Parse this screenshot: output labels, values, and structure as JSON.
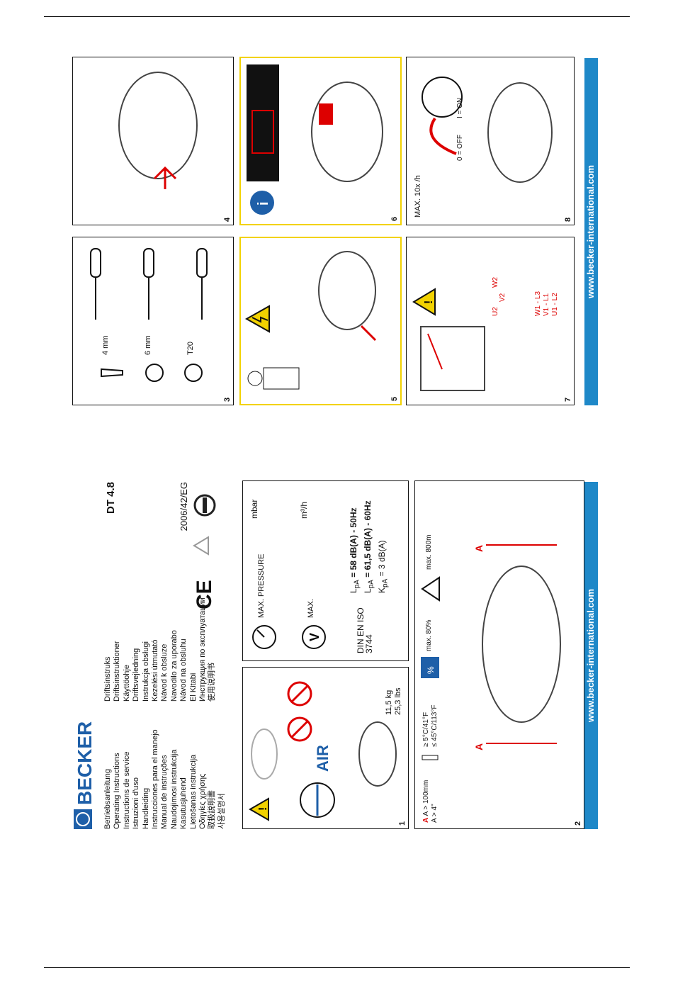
{
  "brand": "BECKER",
  "model": "DT 4.8",
  "directive": "2006/42/EG",
  "ce_mark": "CE",
  "website": "www.becker-international.com",
  "manual_titles": [
    [
      "Betriebsanleitung",
      "Driftsinstruks"
    ],
    [
      "Operating Instructions",
      "Driftsinstruktioner"
    ],
    [
      "Instructions de service",
      "Käyttöohje"
    ],
    [
      "Istruzioni d'uso",
      "Driftsvejledning"
    ],
    [
      "Handleiding",
      "Instrukcja obsługi"
    ],
    [
      "Instrucciones para el manejo",
      "Kezelési útmutató"
    ],
    [
      "Manual de instruções",
      "Návod k obsluze"
    ],
    [
      "Naudojimosi instrukcija",
      "Navodilo za uporabo"
    ],
    [
      "Kasutusjuhend",
      "Návod na obsluhu"
    ],
    [
      "Lietošanas instrukcija",
      "El Kitabi"
    ],
    [
      "Οδηγίες χρήσης",
      "Инструкция по эксплуатации"
    ],
    [
      "取扱説明書",
      "使用说明书"
    ],
    [
      "사용설명서",
      ""
    ]
  ],
  "panel1": {
    "number": "1",
    "air": "AIR",
    "weight_kg": "11,5 kg",
    "weight_lbs": "25,3 lbs"
  },
  "panel_pressure": {
    "max_pressure": "MAX. PRESSURE",
    "unit_pressure": "mbar",
    "max_flow": "MAX.",
    "unit_flow": "m³/h",
    "norm": "DIN EN ISO 3744",
    "noise_50": "L",
    "noise_50_val": "= 58 dB(A) - 50Hz",
    "noise_60_val": "= 61,5 dB(A) - 60Hz",
    "k_val": "= 3 dB(A)",
    "sub_pa": "pA",
    "sub_k": "pA"
  },
  "panel2": {
    "number": "2",
    "clearance_mm": "A > 100mm",
    "clearance_in": "A > 4\"",
    "temp_hi": "≥ 5°C/41°F",
    "temp_lo": "≤ 45°C/113°F",
    "humidity": "max. 80%",
    "altitude": "max. 800m",
    "label_a": "A"
  },
  "panel3": {
    "number": "3",
    "size1": "4 mm",
    "size2": "6 mm",
    "size3": "T20"
  },
  "panel4": {
    "number": "4"
  },
  "panel5": {
    "number": "5"
  },
  "panel6": {
    "number": "6"
  },
  "panel7": {
    "number": "7",
    "wiring": [
      "U2",
      "V2",
      "W2",
      "W1 - L3",
      "V1 - L1",
      "U1 - L2"
    ]
  },
  "panel8": {
    "number": "8",
    "max_starts": "MAX. 10x /h",
    "on": "I = ON",
    "off": "0 = OFF"
  },
  "colors": {
    "brand_blue": "#1e88c8",
    "warning_yellow": "#f2d200",
    "alert_red": "#d00000"
  }
}
